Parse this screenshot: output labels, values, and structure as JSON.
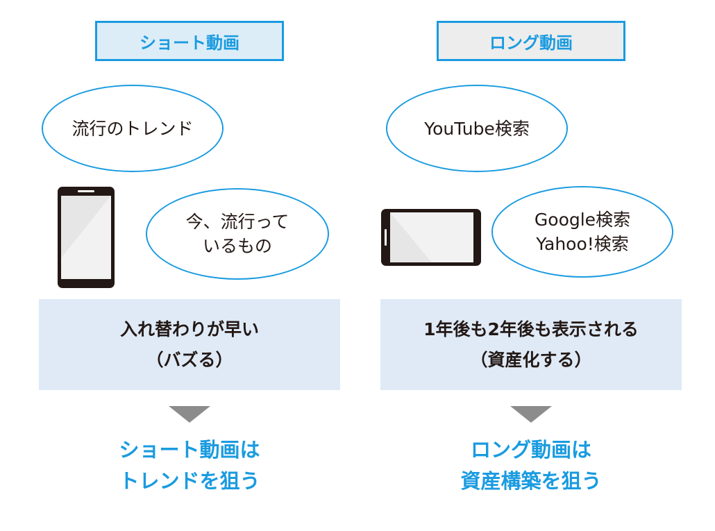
{
  "short": {
    "title": "ショート動画",
    "bubble1": "流行のトレンド",
    "bubble2_line1": "今、流行って",
    "bubble2_line2": "いるもの",
    "info_line1": "入れ替わりが早い",
    "info_line2": "（バズる）",
    "conclusion_line1": "ショート動画は",
    "conclusion_line2": "トレンドを狙う"
  },
  "long": {
    "title": "ロング動画",
    "bubble1": "YouTube検索",
    "bubble2_line1": "Google検索",
    "bubble2_line2": "Yahoo!検索",
    "info_line1": "1年後も2年後も表示される",
    "info_line2": "（資産化する）",
    "conclusion_line1": "ロング動画は",
    "conclusion_line2": "資産構築を狙う"
  },
  "colors": {
    "accent": "#1a9be0",
    "short_title_bg": "#dcedf8",
    "long_title_bg": "#ededed",
    "info_bg": "#dfeaf6",
    "arrow": "#8c8c8c"
  },
  "icons": {
    "short_device": "smartphone-portrait-icon",
    "long_device": "smartphone-landscape-icon"
  }
}
